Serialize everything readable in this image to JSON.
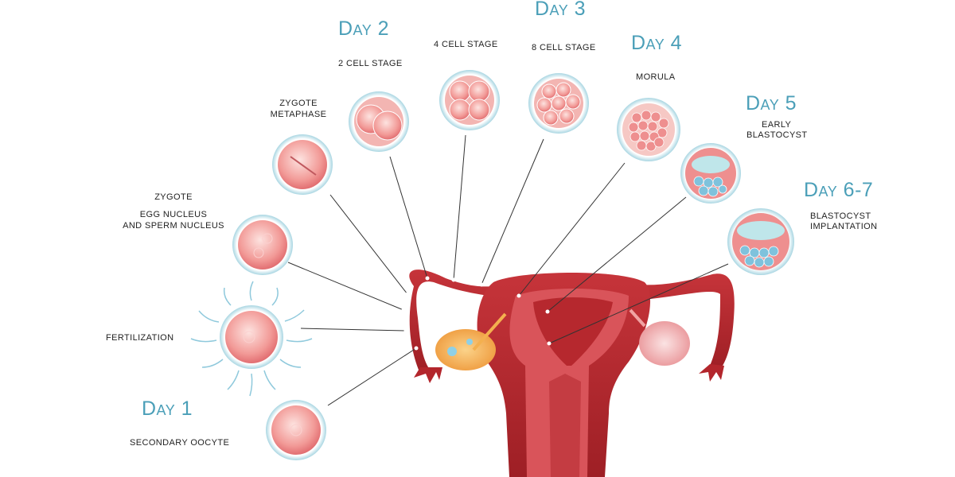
{
  "title": "Human embryo development from fertilization to implantation",
  "stages": {
    "day1": {
      "day": "Day 1",
      "label": "Secondary Oocyte"
    },
    "fertilization": {
      "label": "Fertilization"
    },
    "zygote": {
      "title": "Zygote",
      "line1": "Egg nucleus",
      "line2": "and sperm nucleus"
    },
    "zygote_metaphase": {
      "line1": "Zygote",
      "line2": "metaphase"
    },
    "day2": {
      "day": "Day 2",
      "label": "2 cell stage"
    },
    "day3": {
      "day": "Day 3",
      "label_4cell": "4 cell stage",
      "label_8cell": "8 cell stage"
    },
    "day4": {
      "day": "Day 4",
      "label": "Morula"
    },
    "day5": {
      "day": "Day 5",
      "line1": "Early",
      "line2": "blastocyst"
    },
    "day67": {
      "day": "Day 6-7",
      "line1": "Blastocyst",
      "line2": "implantation"
    }
  },
  "colors": {
    "day_text": "#4b9fb8",
    "uterus": "#b3262c",
    "cell": "#f08a8a",
    "ring": "#9fd0dc"
  }
}
